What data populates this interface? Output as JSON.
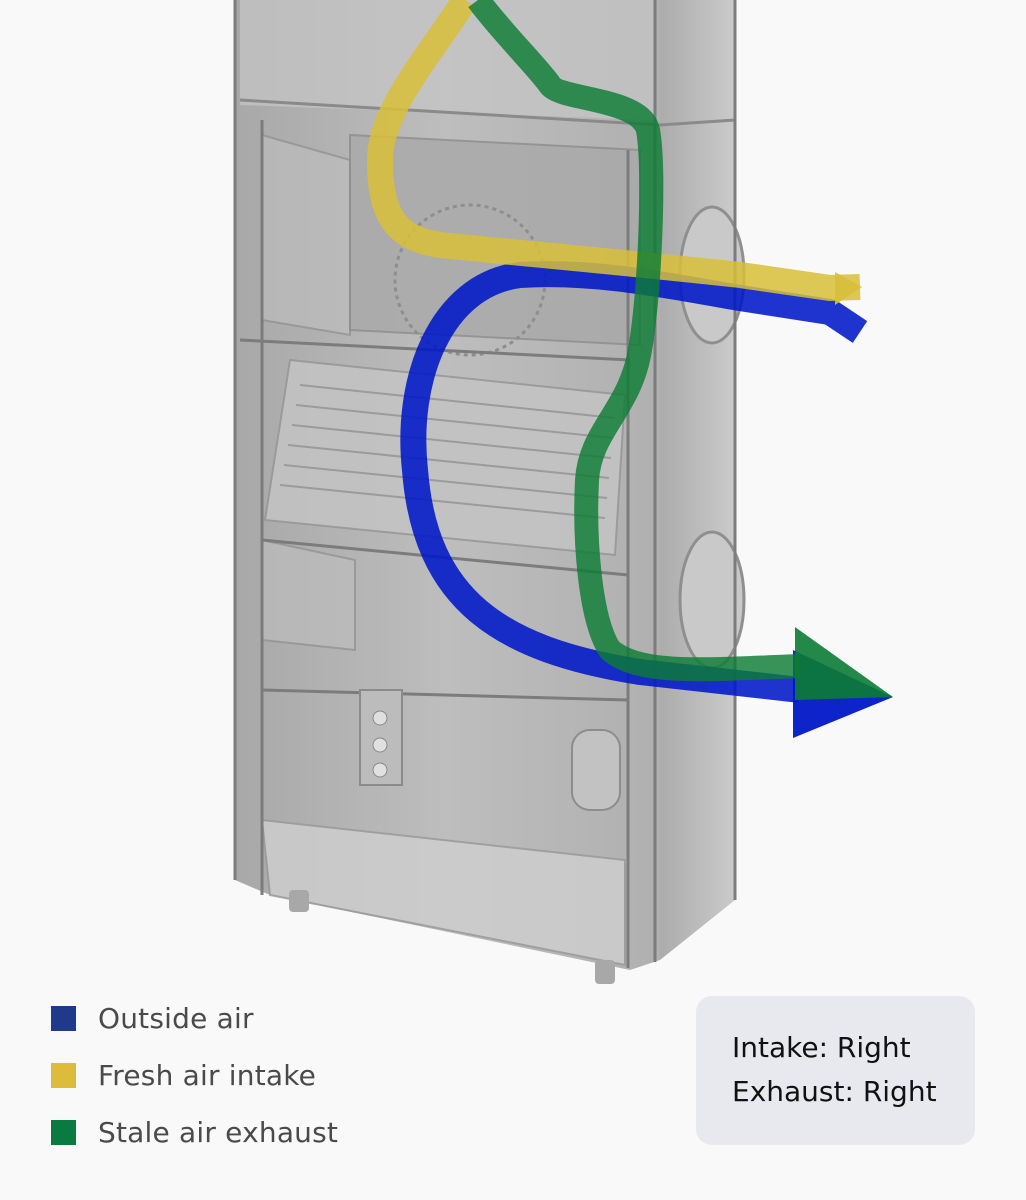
{
  "diagram": {
    "flows": [
      {
        "id": "outside",
        "color": "#0018c8"
      },
      {
        "id": "fresh",
        "color": "#d8bf3a"
      },
      {
        "id": "stale",
        "color": "#0c7c34"
      }
    ]
  },
  "legend": [
    {
      "label": "Outside air",
      "color": "#1f3a8a"
    },
    {
      "label": "Fresh air intake",
      "color": "#dcbc3a"
    },
    {
      "label": "Stale air exhaust",
      "color": "#0a7a3e"
    }
  ],
  "info": {
    "intake": "Intake: Right",
    "exhaust": "Exhaust: Right"
  }
}
